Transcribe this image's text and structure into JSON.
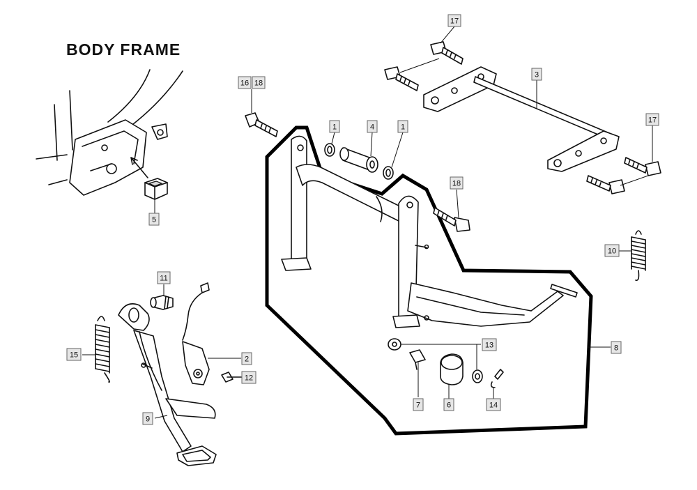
{
  "title": "BODY FRAME",
  "callouts": {
    "c1a": "1",
    "c1b": "1",
    "c2": "2",
    "c3": "3",
    "c4": "4",
    "c5": "5",
    "c6": "6",
    "c7": "7",
    "c8": "8",
    "c9": "9",
    "c10": "10",
    "c11": "11",
    "c12": "12",
    "c13": "13",
    "c14": "14",
    "c15": "15",
    "c16": "16",
    "c18a": "18",
    "c17a": "17",
    "c17b": "17",
    "c18b": "18"
  }
}
